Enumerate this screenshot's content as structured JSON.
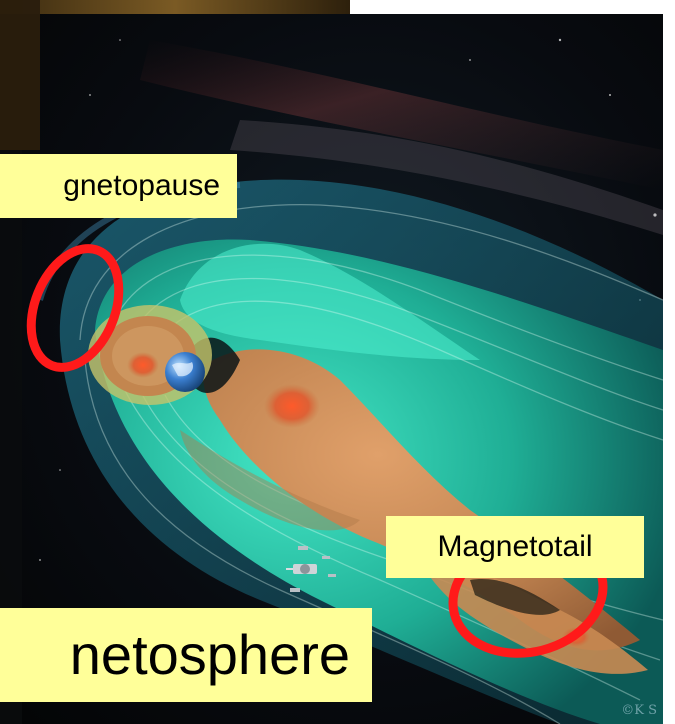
{
  "labels": {
    "magnetopause": "gnetopause",
    "magnetotail": "Magnetotail",
    "magnetosphere": "netosphere"
  },
  "copyright": "©K S",
  "colors": {
    "callout_fill": "#ffff99",
    "highlight_ring": "#ff1a1a",
    "space_background": "#07090d",
    "magnetosphere_teal": "#2fd6b6",
    "plasma_orange": "#c98a52",
    "earth_blue": "#3b7fd0"
  }
}
